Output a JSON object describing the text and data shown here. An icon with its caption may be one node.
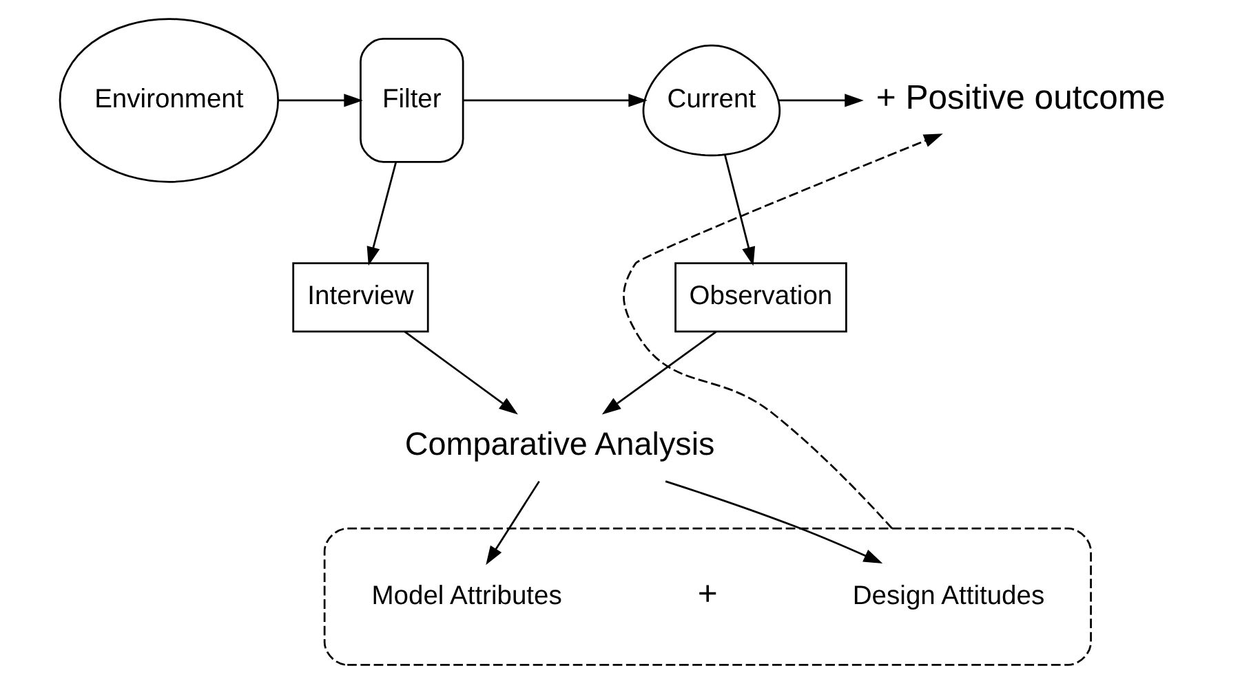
{
  "diagram": {
    "nodes": [
      {
        "text": [
          "Environment"
        ]
      },
      {
        "text": [
          "Filter"
        ]
      },
      {
        "text": [
          "Current"
        ]
      },
      {
        "text": [
          "+ Positive outcome"
        ]
      },
      {
        "text": [
          "Interview"
        ]
      },
      {
        "text": [
          "Observation"
        ]
      },
      {
        "text": [
          "Comparative Analysis"
        ]
      },
      {
        "text": [],
        "shape": "box"
      },
      {
        "text": [
          "Model Attributes"
        ],
        "in": 7
      },
      {
        "text": [
          "Design Attitudes"
        ],
        "in": 7
      }
    ],
    "edges": [
      {
        "from": 0,
        "to": 1,
        "arrow": "to"
      },
      {
        "from": 1,
        "to": 2,
        "arrow": "to"
      },
      {
        "from": 2,
        "to": 3,
        "arrow": "to"
      },
      {
        "from": 1,
        "to": 4,
        "arrow": "to"
      },
      {
        "from": 2,
        "to": 5,
        "arrow": "to"
      },
      {
        "from": 4,
        "to": 6,
        "arrow": "to"
      },
      {
        "from": 5,
        "to": 6,
        "arrow": "to"
      },
      {
        "from": 6,
        "to": 8,
        "arrow": "to"
      },
      {
        "from": 6,
        "to": 9,
        "arrow": "to"
      },
      {
        "from": 7,
        "to": 3,
        "arrow": "to",
        "style": "dashed"
      }
    ],
    "labels": [
      "+"
    ]
  }
}
